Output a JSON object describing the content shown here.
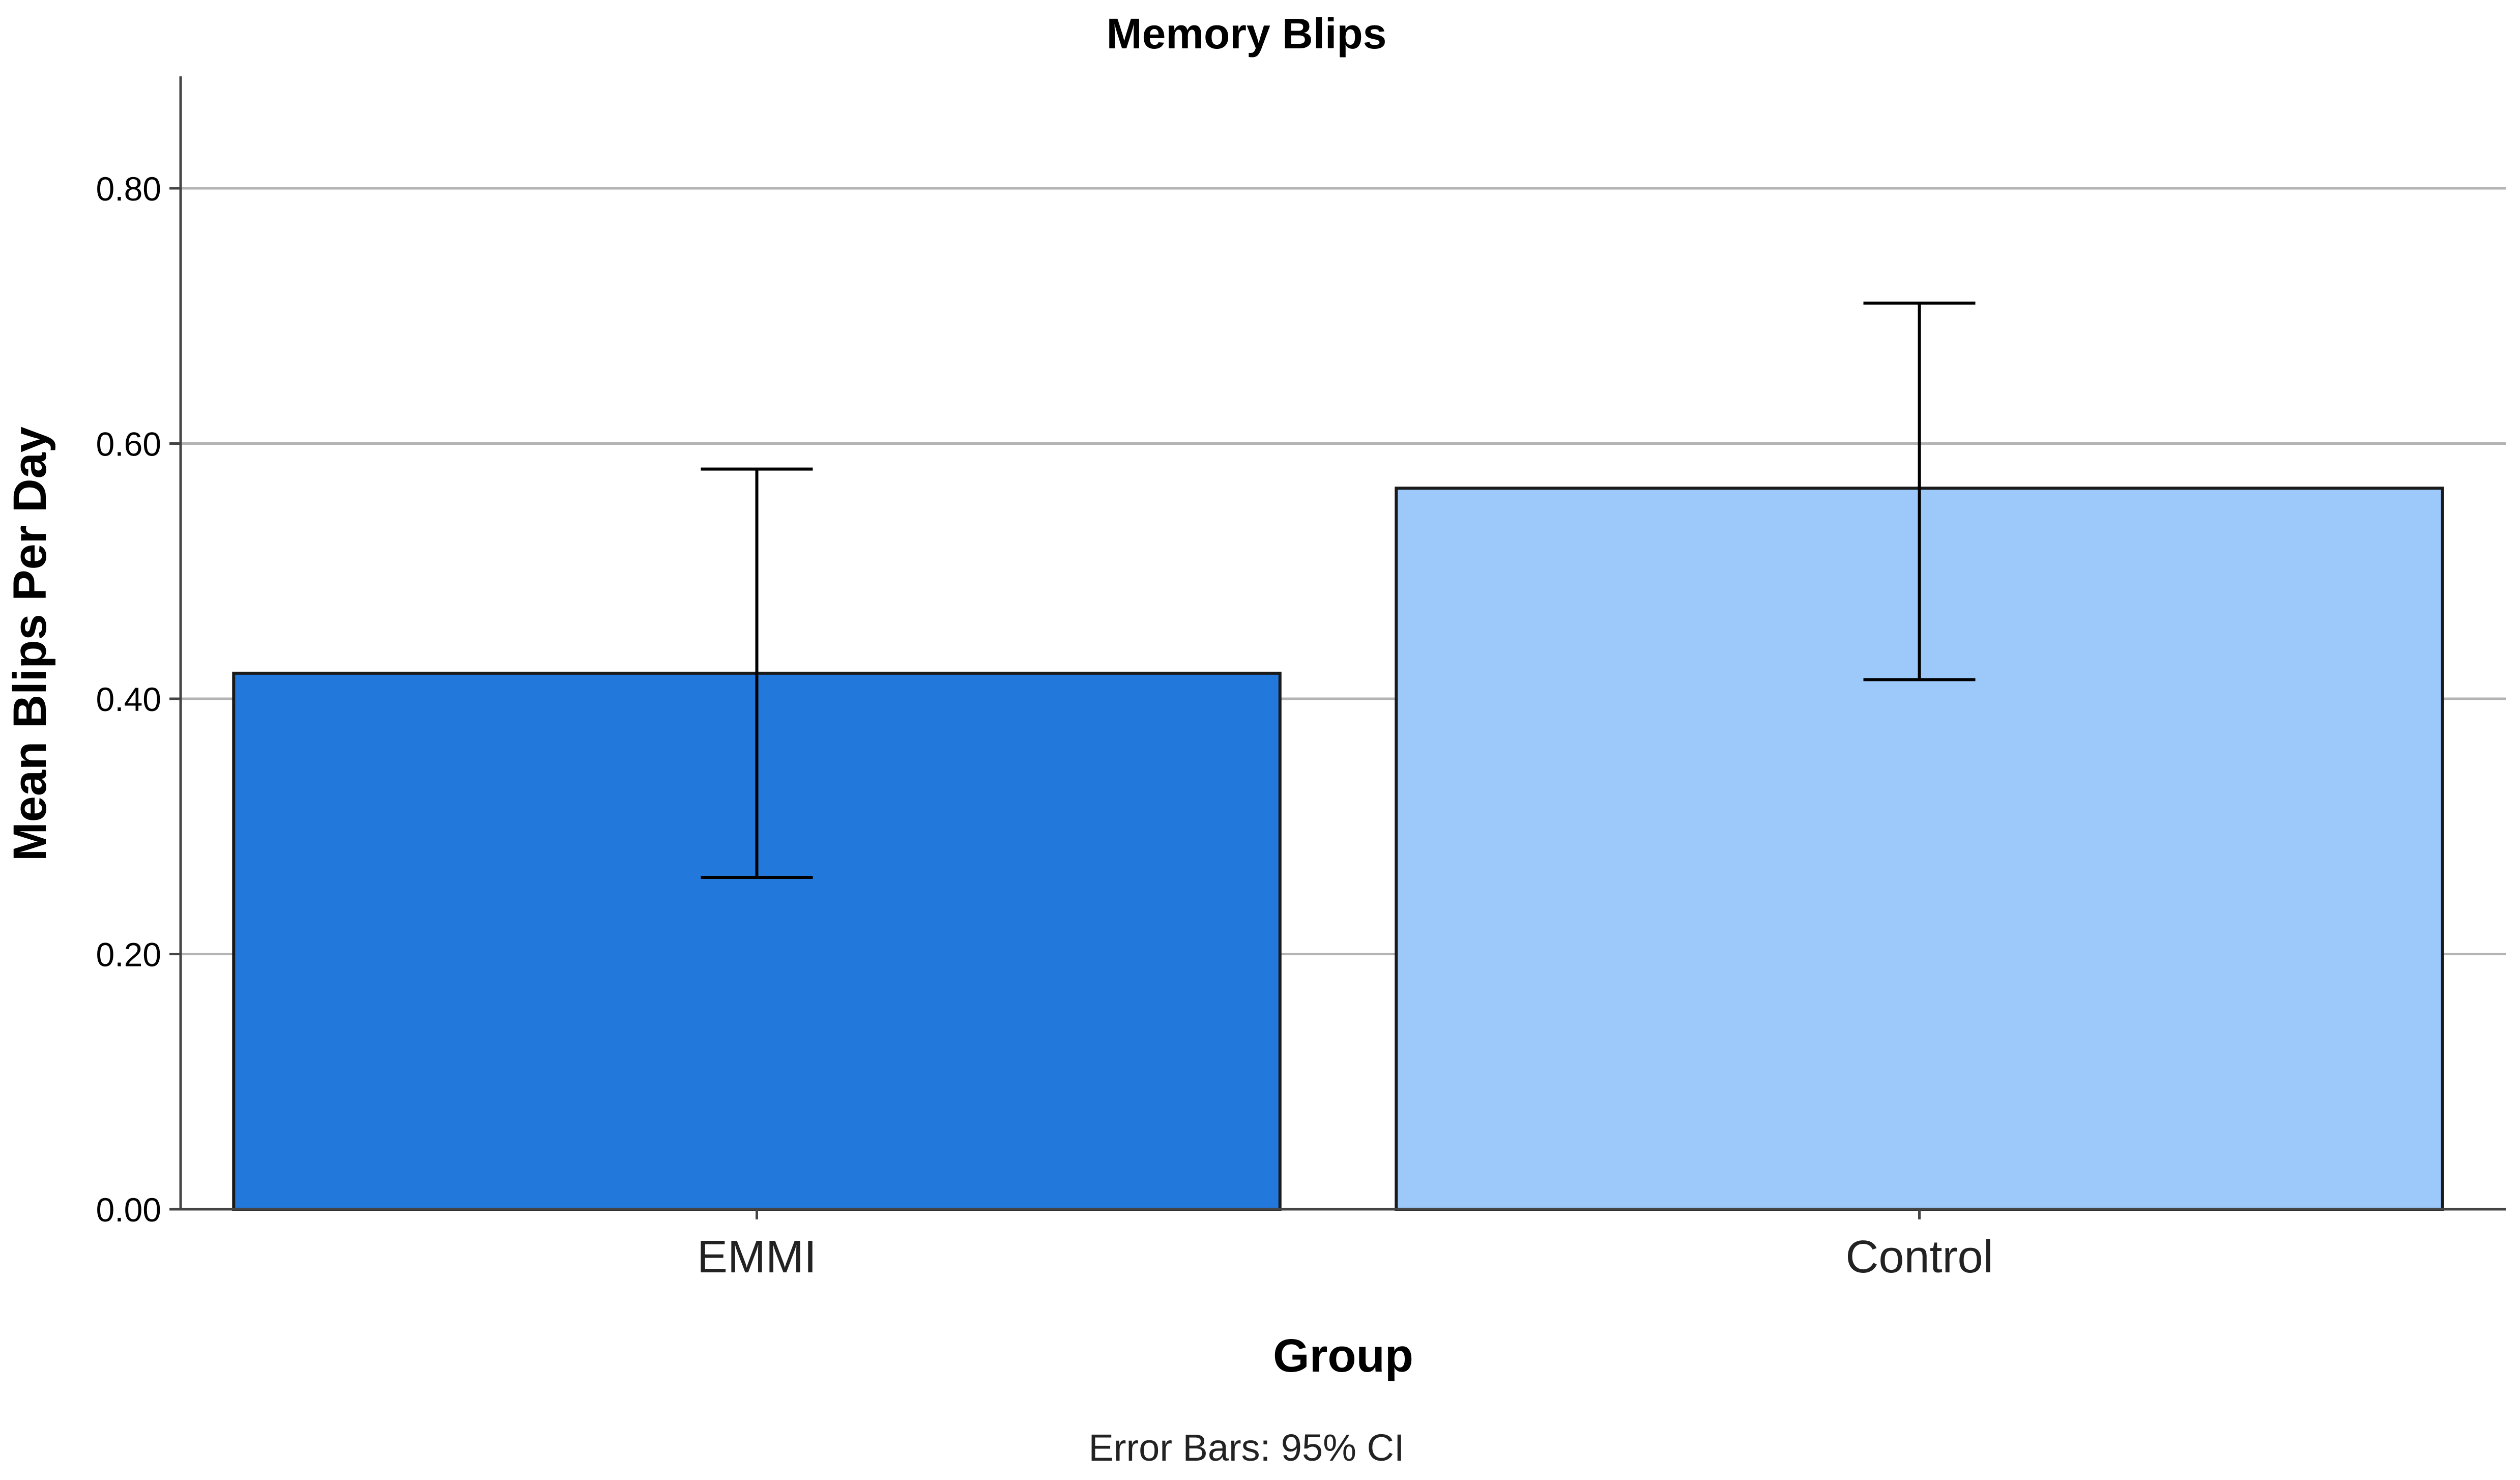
{
  "chart_data": {
    "type": "bar",
    "title": "Memory Blips",
    "xlabel": "Group",
    "ylabel": "Mean Blips Per Day",
    "footnote": "Error Bars: 95% CI",
    "categories": [
      "EMMI",
      "Control"
    ],
    "values": [
      0.42,
      0.565
    ],
    "error_bars": {
      "type": "95% CI",
      "lower": [
        0.26,
        0.415
      ],
      "upper": [
        0.58,
        0.71
      ]
    },
    "bar_colors": [
      "#2378DC",
      "#9CC8FA"
    ],
    "ylim": [
      0,
      0.8
    ],
    "yticks": [
      "0.00",
      "0.20",
      "0.40",
      "0.60",
      "0.80"
    ],
    "grid": true,
    "legend": "none"
  }
}
